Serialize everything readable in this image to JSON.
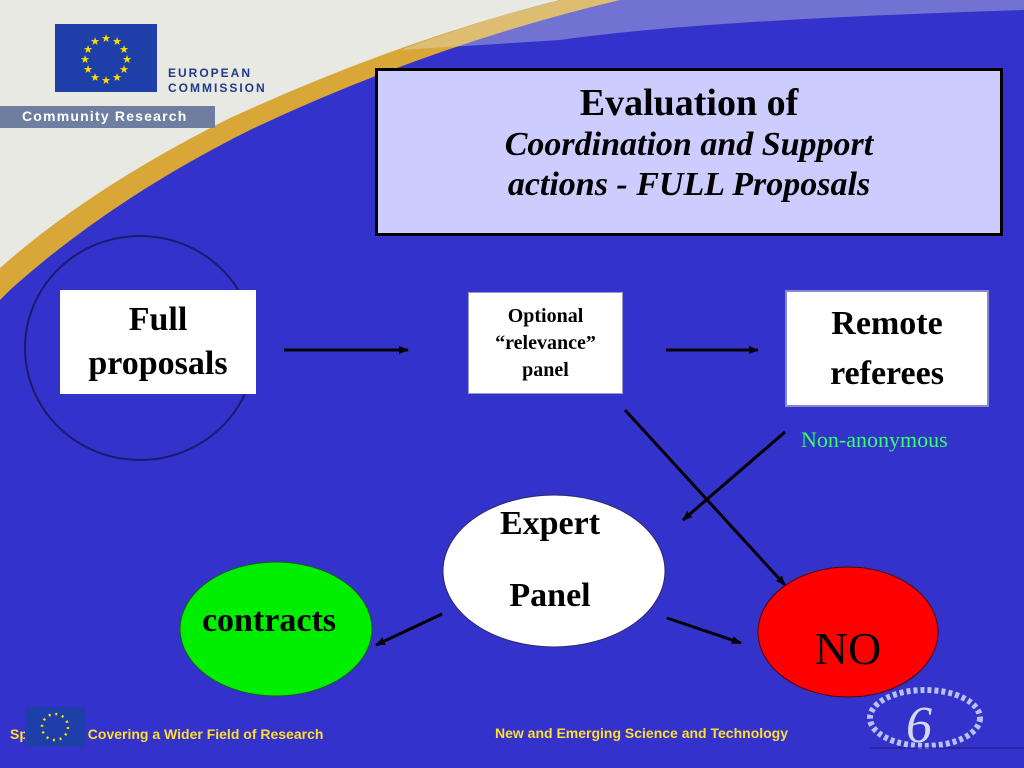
{
  "header": {
    "org_line1": "EUROPEAN",
    "org_line2": "COMMISSION",
    "community_research": "Community Research"
  },
  "title": {
    "line1": "Evaluation of",
    "line2": "Coordination and Support",
    "line3": "actions - FULL Proposals"
  },
  "nodes": {
    "full_proposals": [
      "Full",
      "proposals"
    ],
    "optional_panel": [
      "Optional",
      "“relevance”",
      "panel"
    ],
    "remote_referees": [
      "Remote",
      "referees"
    ],
    "non_anonymous": "Non-anonymous",
    "expert_panel": [
      "Expert",
      "Panel"
    ],
    "contracts": "contracts",
    "no": "NO"
  },
  "footer": {
    "left": "Sp        ctivities Covering a Wider Field of Research",
    "middle": "New and Emerging Science and Technology"
  },
  "colors": {
    "background": "#3333cc",
    "title_box": "#ccccff",
    "contracts": "#00ee00",
    "no": "#ff0000",
    "non_anonymous": "#33ff66",
    "footer_text": "#ffdd33"
  }
}
